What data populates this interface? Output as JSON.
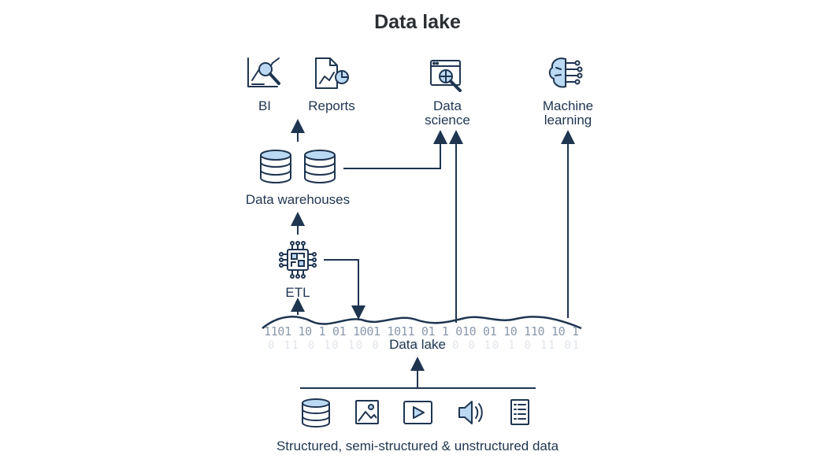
{
  "title": "Data lake",
  "nodes": {
    "bi": "BI",
    "reports": "Reports",
    "data_science": "Data science",
    "machine_learning": "Machine learning",
    "data_warehouses": "Data warehouses",
    "etl": "ETL",
    "data_lake": "Data lake",
    "sources": "Structured, semi-structured & unstructured data"
  },
  "binary_rows": [
    "1101 10 1 01 1001 1011 01 1 010 01 10 110 10 1",
    "0 11 0 10 10 0 11 0 10 0 0 10 1 0 11 01"
  ],
  "source_icons": [
    "database-icon",
    "image-icon",
    "video-icon",
    "audio-icon",
    "document-icon"
  ],
  "colors": {
    "ink": "#1f3550",
    "accent": "#bcd9f3",
    "title": "#2b2f33"
  }
}
